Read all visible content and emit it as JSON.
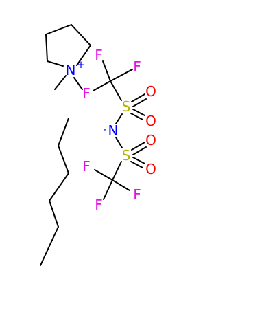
{
  "atoms": {
    "n_cation": "N",
    "plus": "+",
    "n_anion": "N",
    "minus": "-",
    "s1": "S",
    "s2": "S",
    "o": "O",
    "f": "F"
  },
  "colors": {
    "bond": "#000000",
    "nitrogen": "#0000ff",
    "sulfur": "#b3b300",
    "oxygen": "#ff0000",
    "fluorine": "#e60ee6"
  }
}
